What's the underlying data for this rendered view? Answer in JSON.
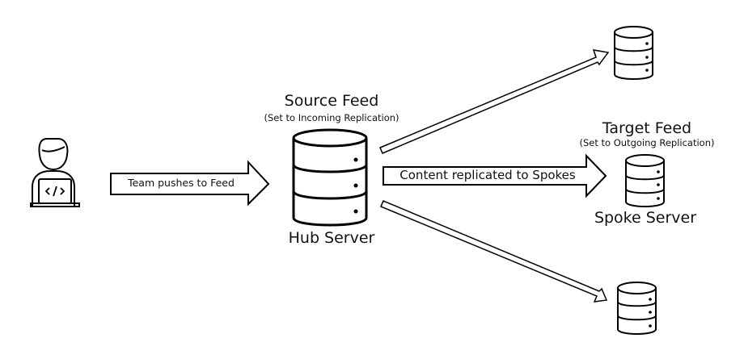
{
  "diagram": {
    "developer": {
      "icon": "developer-laptop-icon",
      "code_glyph": "</>"
    },
    "push_arrow": {
      "label": "Team pushes to Feed"
    },
    "hub": {
      "title": "Source Feed",
      "subtitle": "(Set to Incoming Replication)",
      "name": "Hub Server"
    },
    "replicate_arrow": {
      "label": "Content replicated to Spokes"
    },
    "spoke": {
      "title": "Target Feed",
      "subtitle": "(Set to Outgoing Replication)",
      "name": "Spoke Server"
    },
    "colors": {
      "stroke": "#000000",
      "fill": "#ffffff"
    }
  }
}
